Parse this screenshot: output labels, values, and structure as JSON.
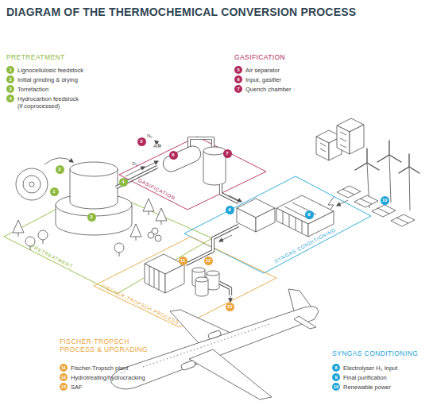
{
  "diagram": {
    "title": "DIAGRAM OF THE THERMOCHEMICAL CONVERSION PROCESS",
    "nodes": [
      {
        "text": [
          "1",
          "Lignocellulosic feedstock"
        ]
      },
      {
        "text": [
          "2",
          "Initial grinding & drying"
        ]
      },
      {
        "text": [
          "3",
          "Torrefaction"
        ]
      },
      {
        "text": [
          "4",
          "Hydrocarbon feedstock (if coprocessed)"
        ]
      },
      {
        "text": [
          "5",
          "Air separator"
        ]
      },
      {
        "text": [
          "6",
          "Input, gasifier"
        ]
      },
      {
        "text": [
          "7",
          "Quench chamber"
        ]
      },
      {
        "text": [
          "PRETREATMENT"
        ]
      },
      {
        "text": [
          "GASIFICATION"
        ]
      },
      {
        "text": [
          "SYNGAS CONDITIONING"
        ]
      },
      {
        "text": [
          "FISCHER-TROPSCH PROCESS"
        ]
      },
      {
        "text": [
          "1"
        ]
      },
      {
        "text": [
          "2"
        ]
      },
      {
        "text": [
          "3"
        ],
        "in": 7
      },
      {
        "text": [
          "4"
        ]
      },
      {
        "text": [
          "5"
        ]
      },
      {
        "text": [
          "6"
        ],
        "in": 8
      },
      {
        "text": [
          "7"
        ]
      },
      {
        "text": [
          "8"
        ],
        "in": 9
      },
      {
        "text": [
          "9"
        ],
        "in": 9
      },
      {
        "text": [
          "10"
        ]
      },
      {
        "text": [
          "11"
        ],
        "in": 10
      },
      {
        "text": [
          "12"
        ],
        "in": 10
      },
      {
        "text": [
          "13"
        ]
      },
      {
        "text": [
          "11",
          "Fischer-Tropsch plant"
        ]
      },
      {
        "text": [
          "12",
          "Hydrotreating/hydrocracking"
        ]
      },
      {
        "text": [
          "13",
          "SAF"
        ]
      },
      {
        "text": [
          "8",
          "Electrolyser H₂ Input"
        ]
      },
      {
        "text": [
          "9",
          "Final purification"
        ]
      },
      {
        "text": [
          "10",
          "Renewable power"
        ]
      }
    ],
    "labels": [
      "PRETREATMENT",
      "GASIFICATION",
      "FISCHER-TROPSCH PROCESS & UPGRADING",
      "SYNGAS CONDITIONING",
      "N₂",
      "AIR",
      "O₂"
    ]
  }
}
